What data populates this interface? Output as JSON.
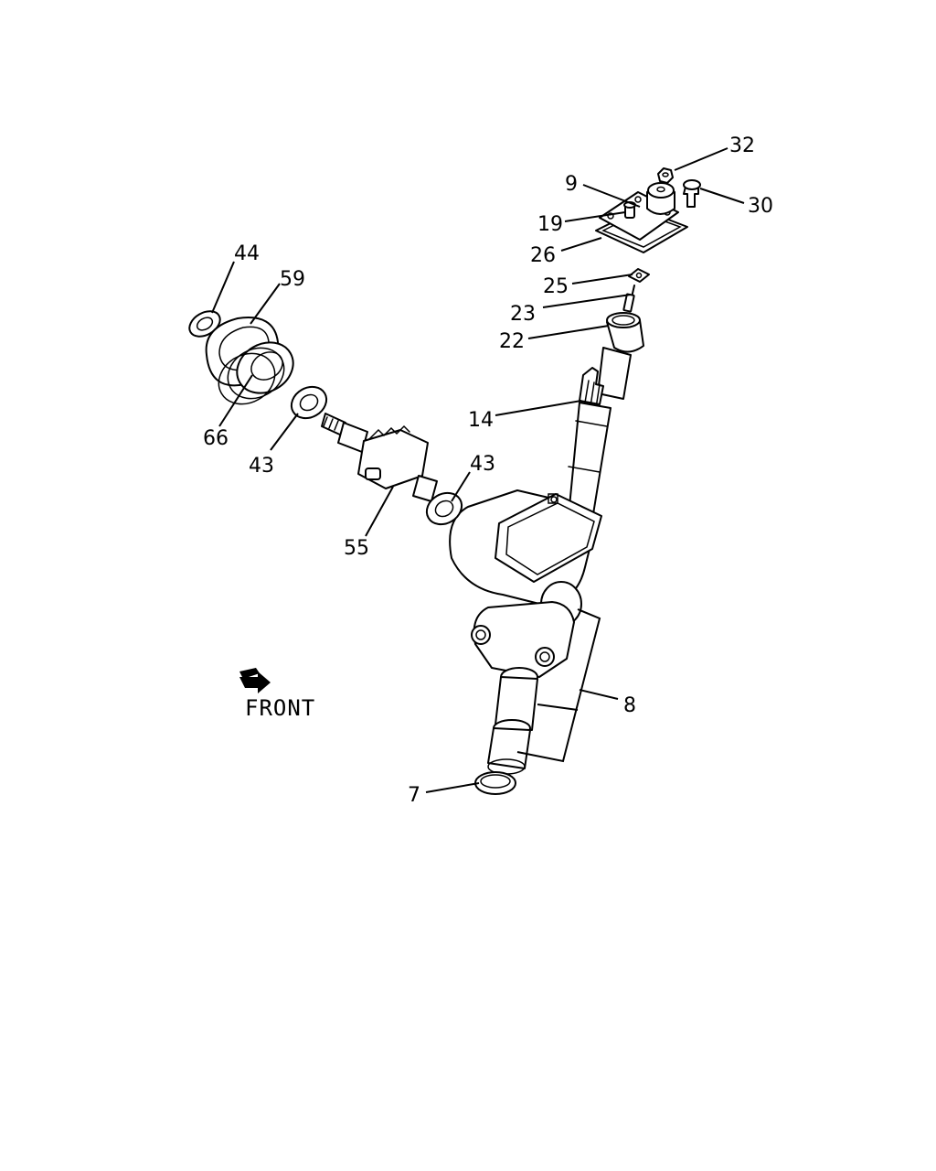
{
  "callouts": {
    "c32": "32",
    "c9": "9",
    "c30": "30",
    "c19": "19",
    "c26": "26",
    "c25": "25",
    "c23": "23",
    "c22": "22",
    "c14": "14",
    "c44": "44",
    "c59": "59",
    "c66": "66",
    "c43a": "43",
    "c43b": "43",
    "c55": "55",
    "c8": "8",
    "c7": "7"
  },
  "front_label": "FRONT",
  "icons": {
    "direction": "front-arrow-icon"
  }
}
